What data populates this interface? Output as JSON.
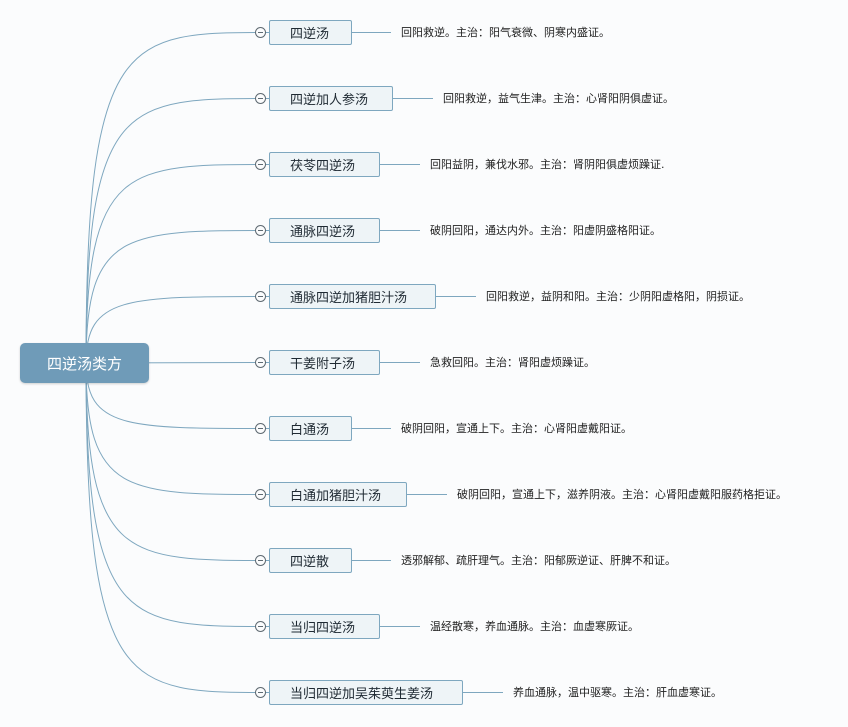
{
  "root": {
    "label": "四逆汤类方"
  },
  "branches": [
    {
      "label": "四逆汤",
      "note": "回阳救逆。主治：阳气衰微、阴寒内盛证。"
    },
    {
      "label": "四逆加人参汤",
      "note": "回阳救逆，益气生津。主治：心肾阳阴俱虚证。"
    },
    {
      "label": "茯苓四逆汤",
      "note": "回阳益阴，兼伐水邪。主治：肾阴阳俱虚烦躁证."
    },
    {
      "label": "通脉四逆汤",
      "note": "破阴回阳，通达内外。主治：阳虚阴盛格阳证。"
    },
    {
      "label": "通脉四逆加猪胆汁汤",
      "note": "回阳救逆，益阴和阳。主治：少阴阳虚格阳，阴损证。"
    },
    {
      "label": "干姜附子汤",
      "note": "急救回阳。主治：肾阳虚烦躁证。"
    },
    {
      "label": "白通汤",
      "note": "破阴回阳，宣通上下。主治：心肾阳虚戴阳证。"
    },
    {
      "label": "白通加猪胆汁汤",
      "note": "破阴回阳，宣通上下，滋养阴液。主治：心肾阳虚戴阳服药格拒证。"
    },
    {
      "label": "四逆散",
      "note": "透邪解郁、疏肝理气。主治：阳郁厥逆证、肝脾不和证。"
    },
    {
      "label": "当归四逆汤",
      "note": "温经散寒，养血通脉。主治：血虚寒厥证。"
    },
    {
      "label": "当归四逆加吴茱萸生姜汤",
      "note": "养血通脉，温中驱寒。主治：肝血虚寒证。"
    }
  ],
  "colors": {
    "root_fill": "#6f9bb8",
    "node_fill": "#eef4f7",
    "node_border": "#7ea7bf",
    "connector": "#7ea7bf"
  }
}
